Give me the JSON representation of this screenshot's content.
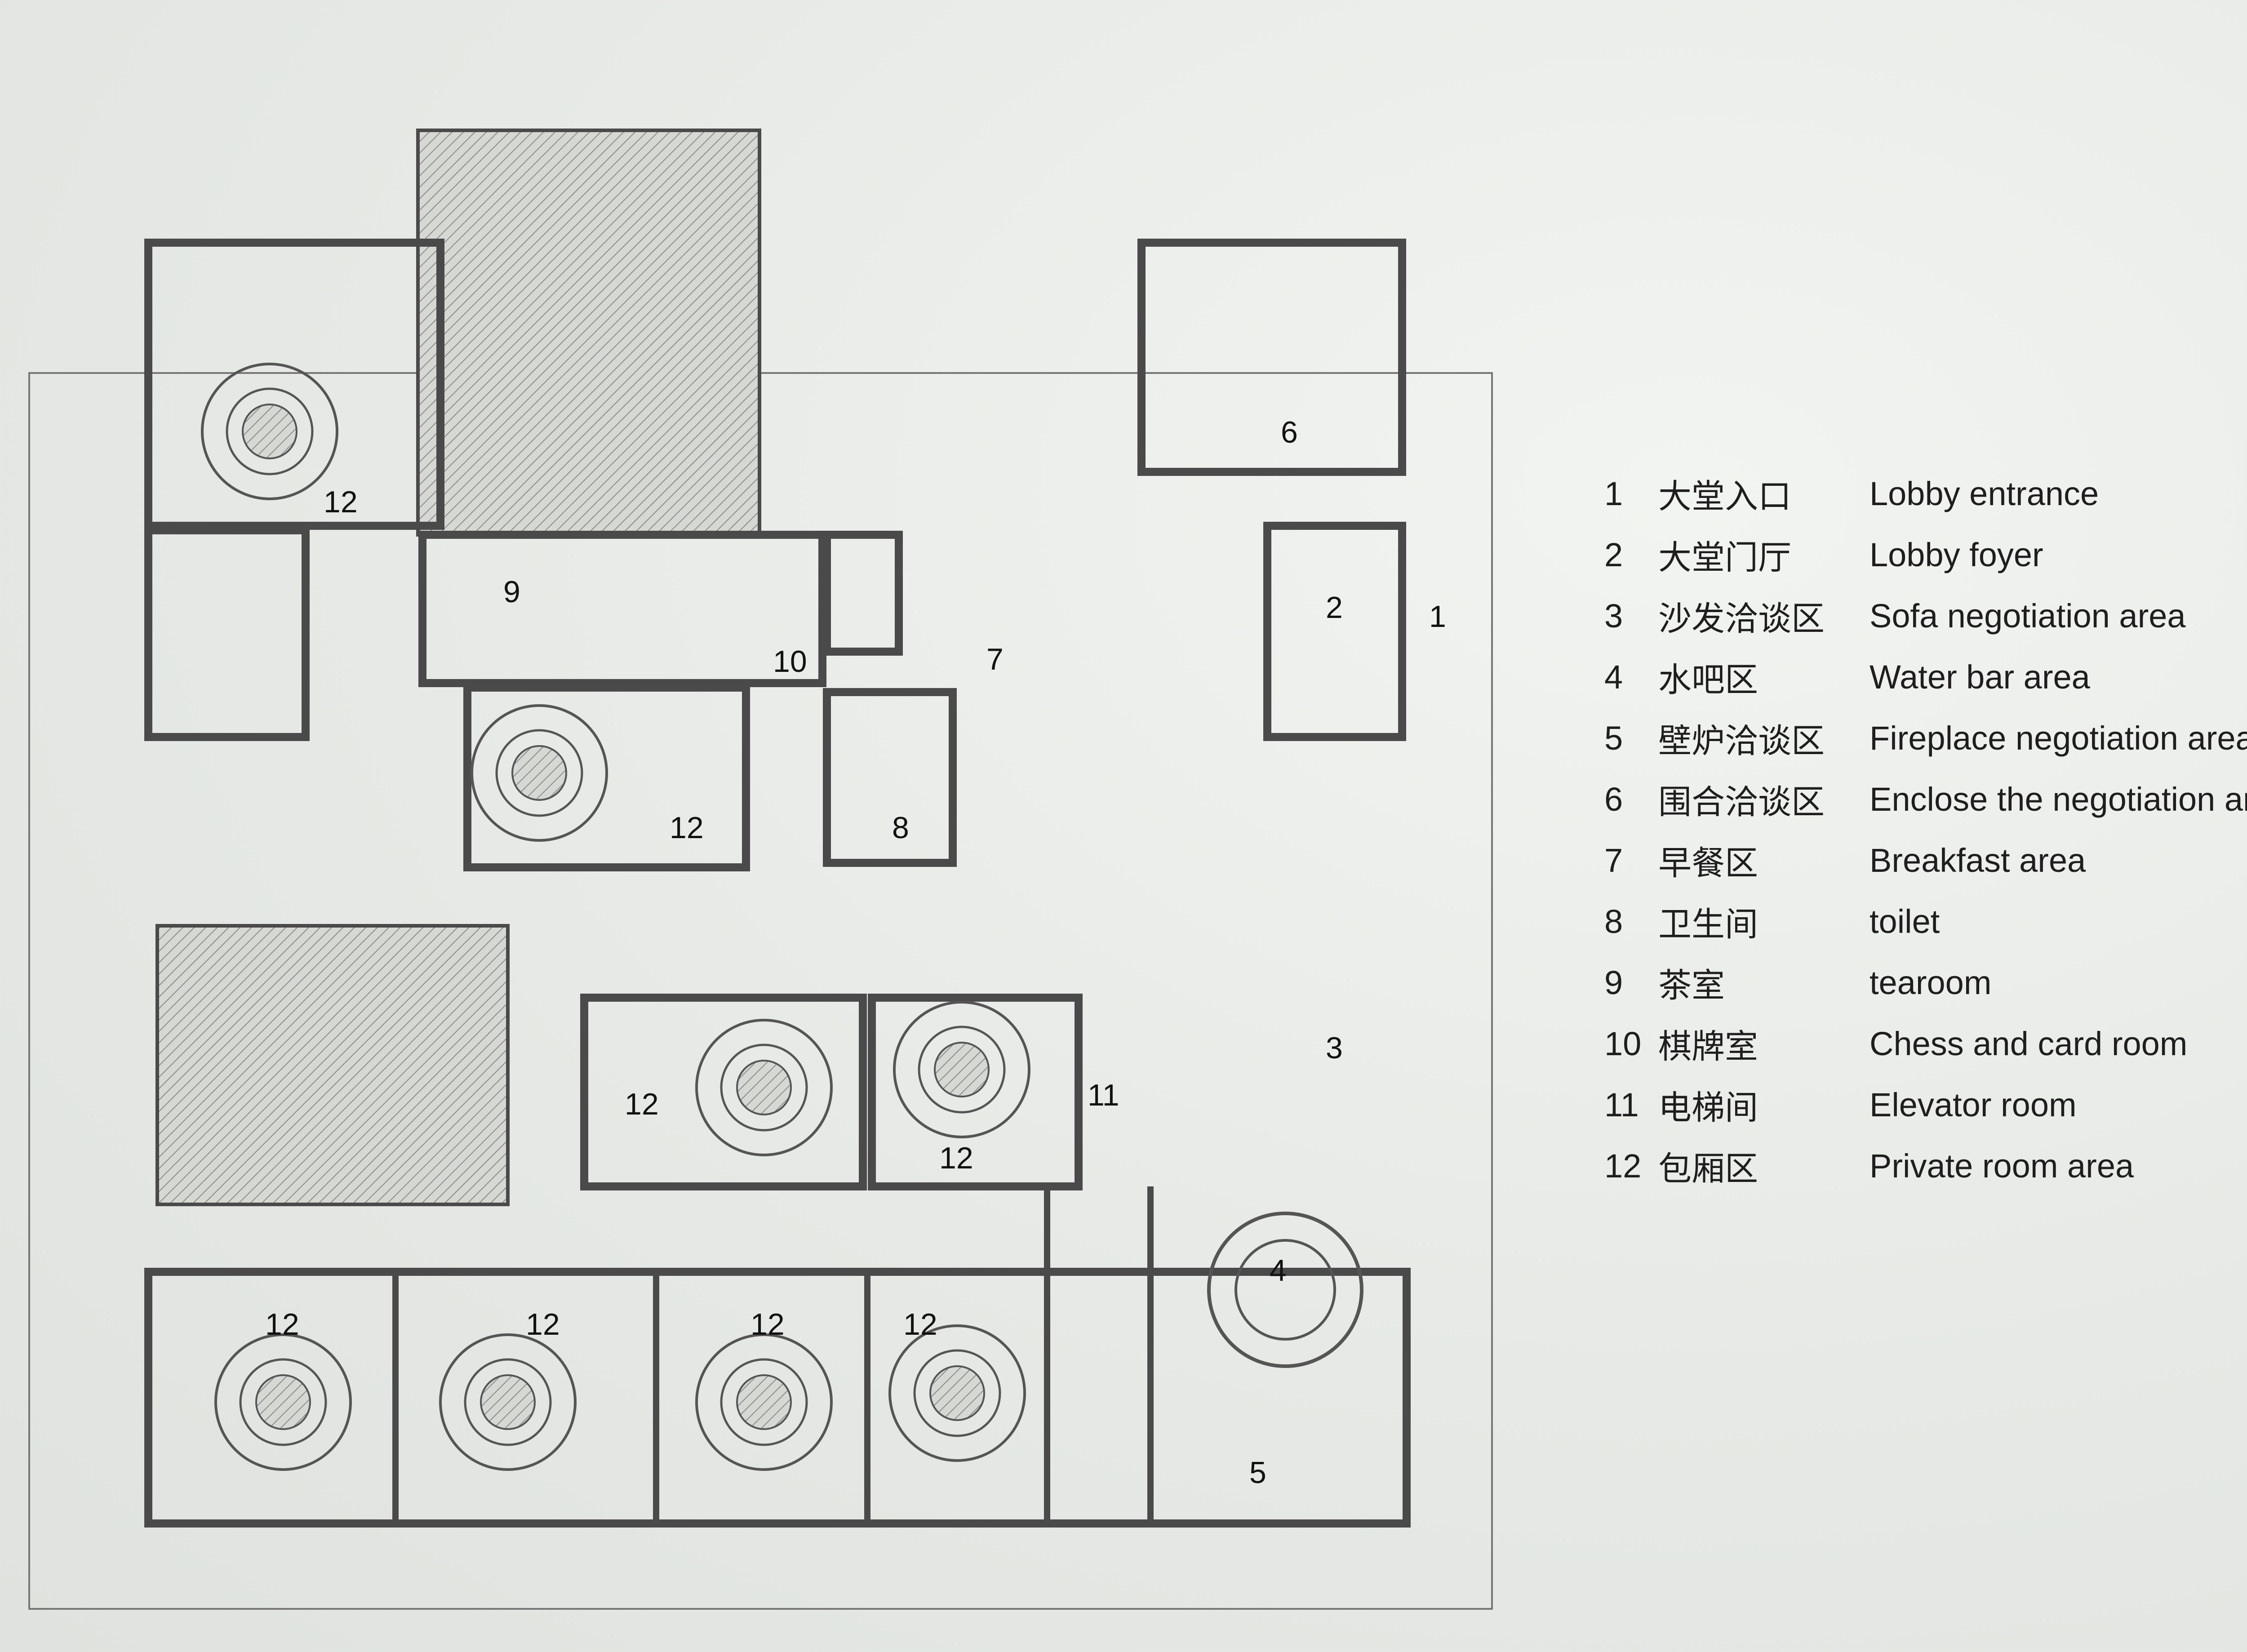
{
  "plan_labels": {
    "zone_1": "1",
    "zone_2": "2",
    "zone_3": "3",
    "zone_4": "4",
    "zone_5": "5",
    "zone_6": "6",
    "zone_7": "7",
    "zone_8": "8",
    "zone_9": "9",
    "zone_10": "10",
    "zone_11": "11",
    "zone_12": "12"
  },
  "legend": [
    {
      "num": "1",
      "cn": "大堂入口",
      "en": "Lobby entrance"
    },
    {
      "num": "2",
      "cn": "大堂门厅",
      "en": "Lobby foyer"
    },
    {
      "num": "3",
      "cn": "沙发洽谈区",
      "en": "Sofa negotiation area"
    },
    {
      "num": "4",
      "cn": "水吧区",
      "en": "Water bar area"
    },
    {
      "num": "5",
      "cn": "壁炉洽谈区",
      "en": "Fireplace negotiation area"
    },
    {
      "num": "6",
      "cn": "围合洽谈区",
      "en": "Enclose the negotiation area"
    },
    {
      "num": "7",
      "cn": "早餐区",
      "en": "Breakfast area"
    },
    {
      "num": "8",
      "cn": "卫生间",
      "en": "toilet"
    },
    {
      "num": "9",
      "cn": "茶室",
      "en": "tearoom"
    },
    {
      "num": "10",
      "cn": "棋牌室",
      "en": "Chess and card room"
    },
    {
      "num": "11",
      "cn": "电梯间",
      "en": "Elevator room"
    },
    {
      "num": "12",
      "cn": "包厢区",
      "en": "Private room area"
    }
  ],
  "colors": {
    "wall": "#4a4a4a",
    "line": "#6a6a6a",
    "hatch": "#8c8c8c",
    "text": "#1e1e1e"
  }
}
